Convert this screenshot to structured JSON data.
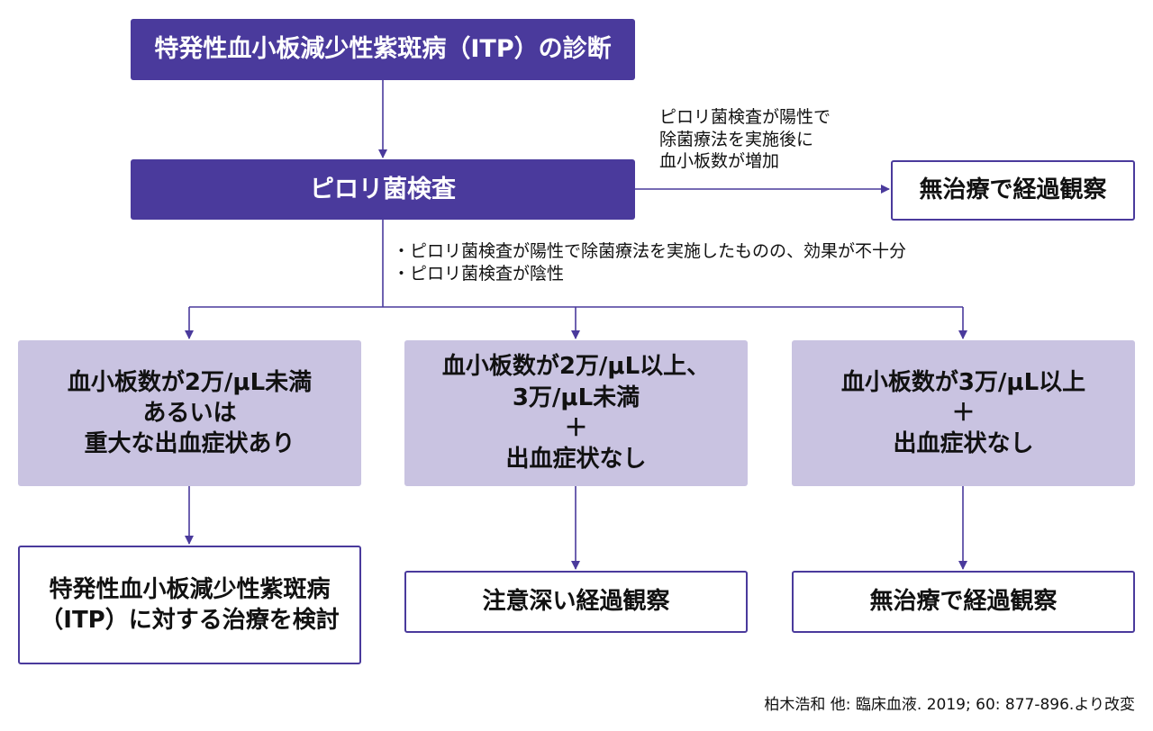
{
  "diagnosis": "特発性血小板減少性紫斑病（ITP）の診断",
  "pylori_test": "ピロリ菌検査",
  "positive_note": [
    "ピロリ菌検査が陽性で",
    "除菌療法を実施後に",
    "血小板数が増加"
  ],
  "observe_top": "無治療で経過観察",
  "branch_notes": [
    "・ピロリ菌検査が陽性で除菌療法を実施したものの、効果が不十分",
    "・ピロリ菌検査が陰性"
  ],
  "conditions": [
    [
      "血小板数が2万/μL未満",
      "あるいは",
      "重大な出血症状あり"
    ],
    [
      "血小板数が2万/μL以上、",
      "3万/μL未満",
      "＋",
      "出血症状なし"
    ],
    [
      "血小板数が3万/μL以上",
      "＋",
      "出血症状なし"
    ]
  ],
  "results": [
    [
      "特発性血小板減少性紫斑病",
      "（ITP）に対する治療を検討"
    ],
    [
      "注意深い経過観察"
    ],
    [
      "無治療で経過観察"
    ]
  ],
  "citation": "柏木浩和 他: 臨床血液. 2019; 60: 877-896.より改変",
  "colors": {
    "primary": "#4a3a9c",
    "light": "#c9c3e1"
  }
}
